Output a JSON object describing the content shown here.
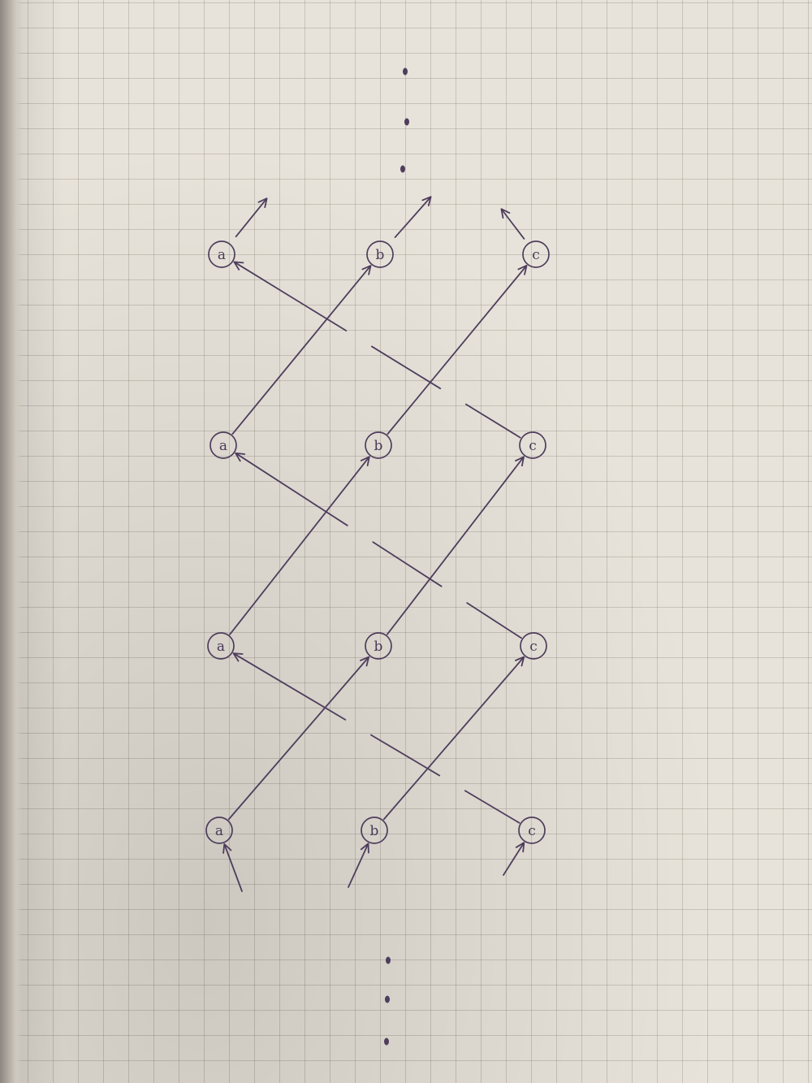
{
  "diagram": {
    "ink_color": "#4e3d5c",
    "paper_color": "#e8e3da",
    "rows": [
      {
        "nodes": [
          {
            "label": "a"
          },
          {
            "label": "b"
          },
          {
            "label": "c"
          }
        ]
      },
      {
        "nodes": [
          {
            "label": "a"
          },
          {
            "label": "b"
          },
          {
            "label": "c"
          }
        ]
      },
      {
        "nodes": [
          {
            "label": "a"
          },
          {
            "label": "b"
          },
          {
            "label": "c"
          }
        ]
      },
      {
        "nodes": [
          {
            "label": "a"
          },
          {
            "label": "b"
          },
          {
            "label": "c"
          }
        ]
      }
    ],
    "edges": {
      "a_to_b_next_row": true,
      "b_to_c_next_row": true,
      "c_to_a_next_row": true,
      "c_to_a_crosses_under": true
    },
    "continuation": {
      "top": "ellipsis",
      "bottom": "ellipsis"
    }
  }
}
